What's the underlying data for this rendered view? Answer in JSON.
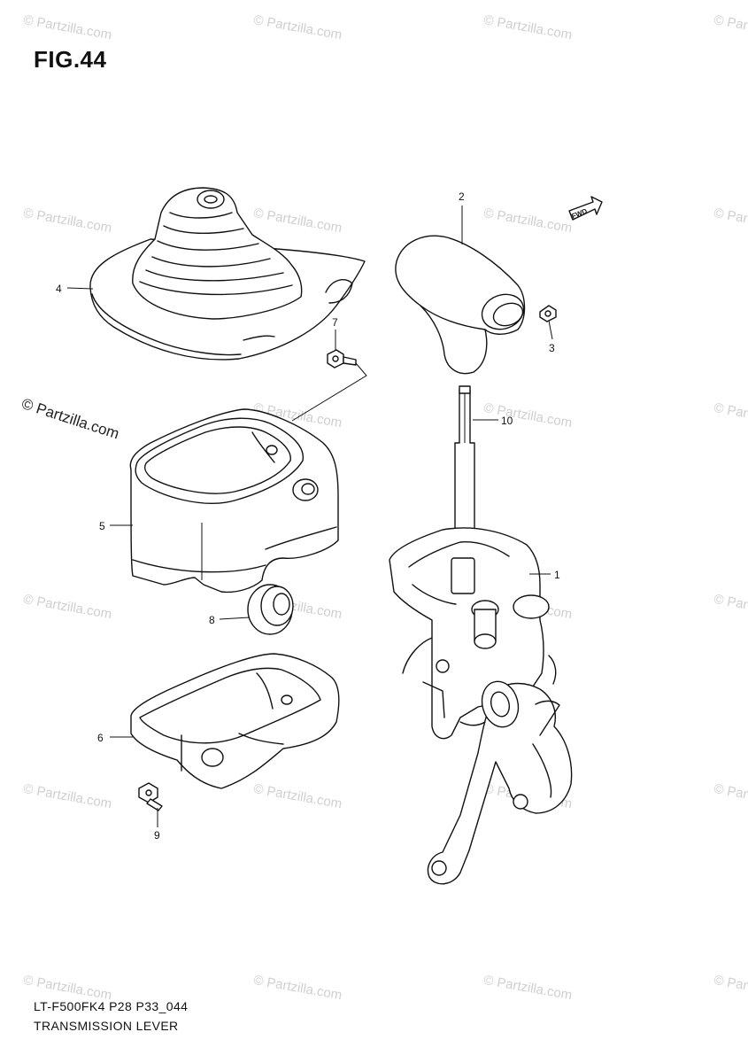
{
  "figure": {
    "title": "FIG.44",
    "model_code": "LT-F500FK4 P28 P33_044",
    "section_name": "TRANSMISSION LEVER",
    "direction_label": "FWD"
  },
  "watermark": {
    "text": "© Partzilla.com",
    "prominent_text": "© Partzilla.com"
  },
  "callouts": [
    {
      "id": "1",
      "label": "1"
    },
    {
      "id": "2",
      "label": "2"
    },
    {
      "id": "3",
      "label": "3"
    },
    {
      "id": "4",
      "label": "4"
    },
    {
      "id": "5",
      "label": "5"
    },
    {
      "id": "6",
      "label": "6"
    },
    {
      "id": "7",
      "label": "7"
    },
    {
      "id": "8",
      "label": "8"
    },
    {
      "id": "9",
      "label": "9"
    },
    {
      "id": "10",
      "label": "10"
    }
  ]
}
